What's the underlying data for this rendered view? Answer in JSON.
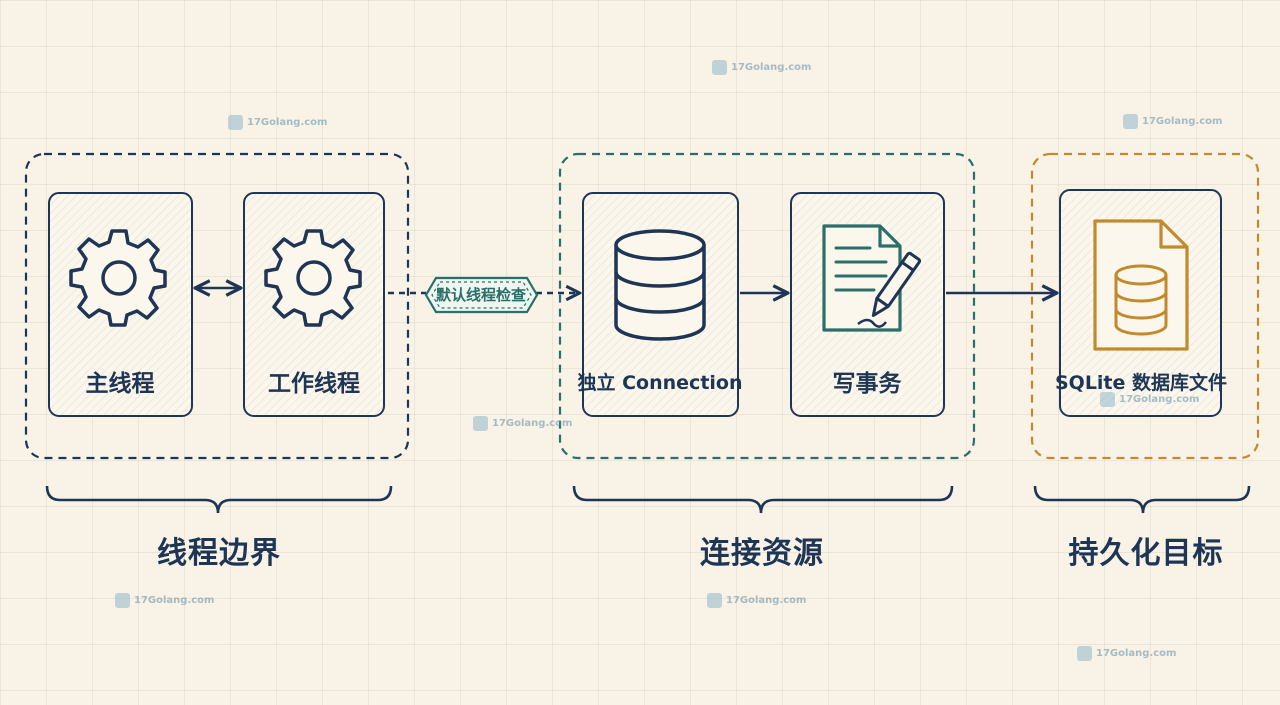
{
  "nodes": {
    "main_thread": "主线程",
    "worker_thread": "工作线程",
    "connection": "独立 Connection",
    "write_tx": "写事务",
    "sqlite_file": "SQLite 数据库文件"
  },
  "edges": {
    "thread_check": "默认线程检查"
  },
  "groups": {
    "thread_boundary": "线程边界",
    "connection_resource": "连接资源",
    "persistence_target": "持久化目标"
  },
  "watermark": "17Golang.com",
  "colors": {
    "ink": "#1f3556",
    "teal": "#2b6f6a",
    "amber": "#c28a2c",
    "background": "#f8f3e6"
  },
  "icons": [
    "gear-icon",
    "gear-icon",
    "database-icon",
    "document-pen-icon",
    "database-file-icon"
  ]
}
